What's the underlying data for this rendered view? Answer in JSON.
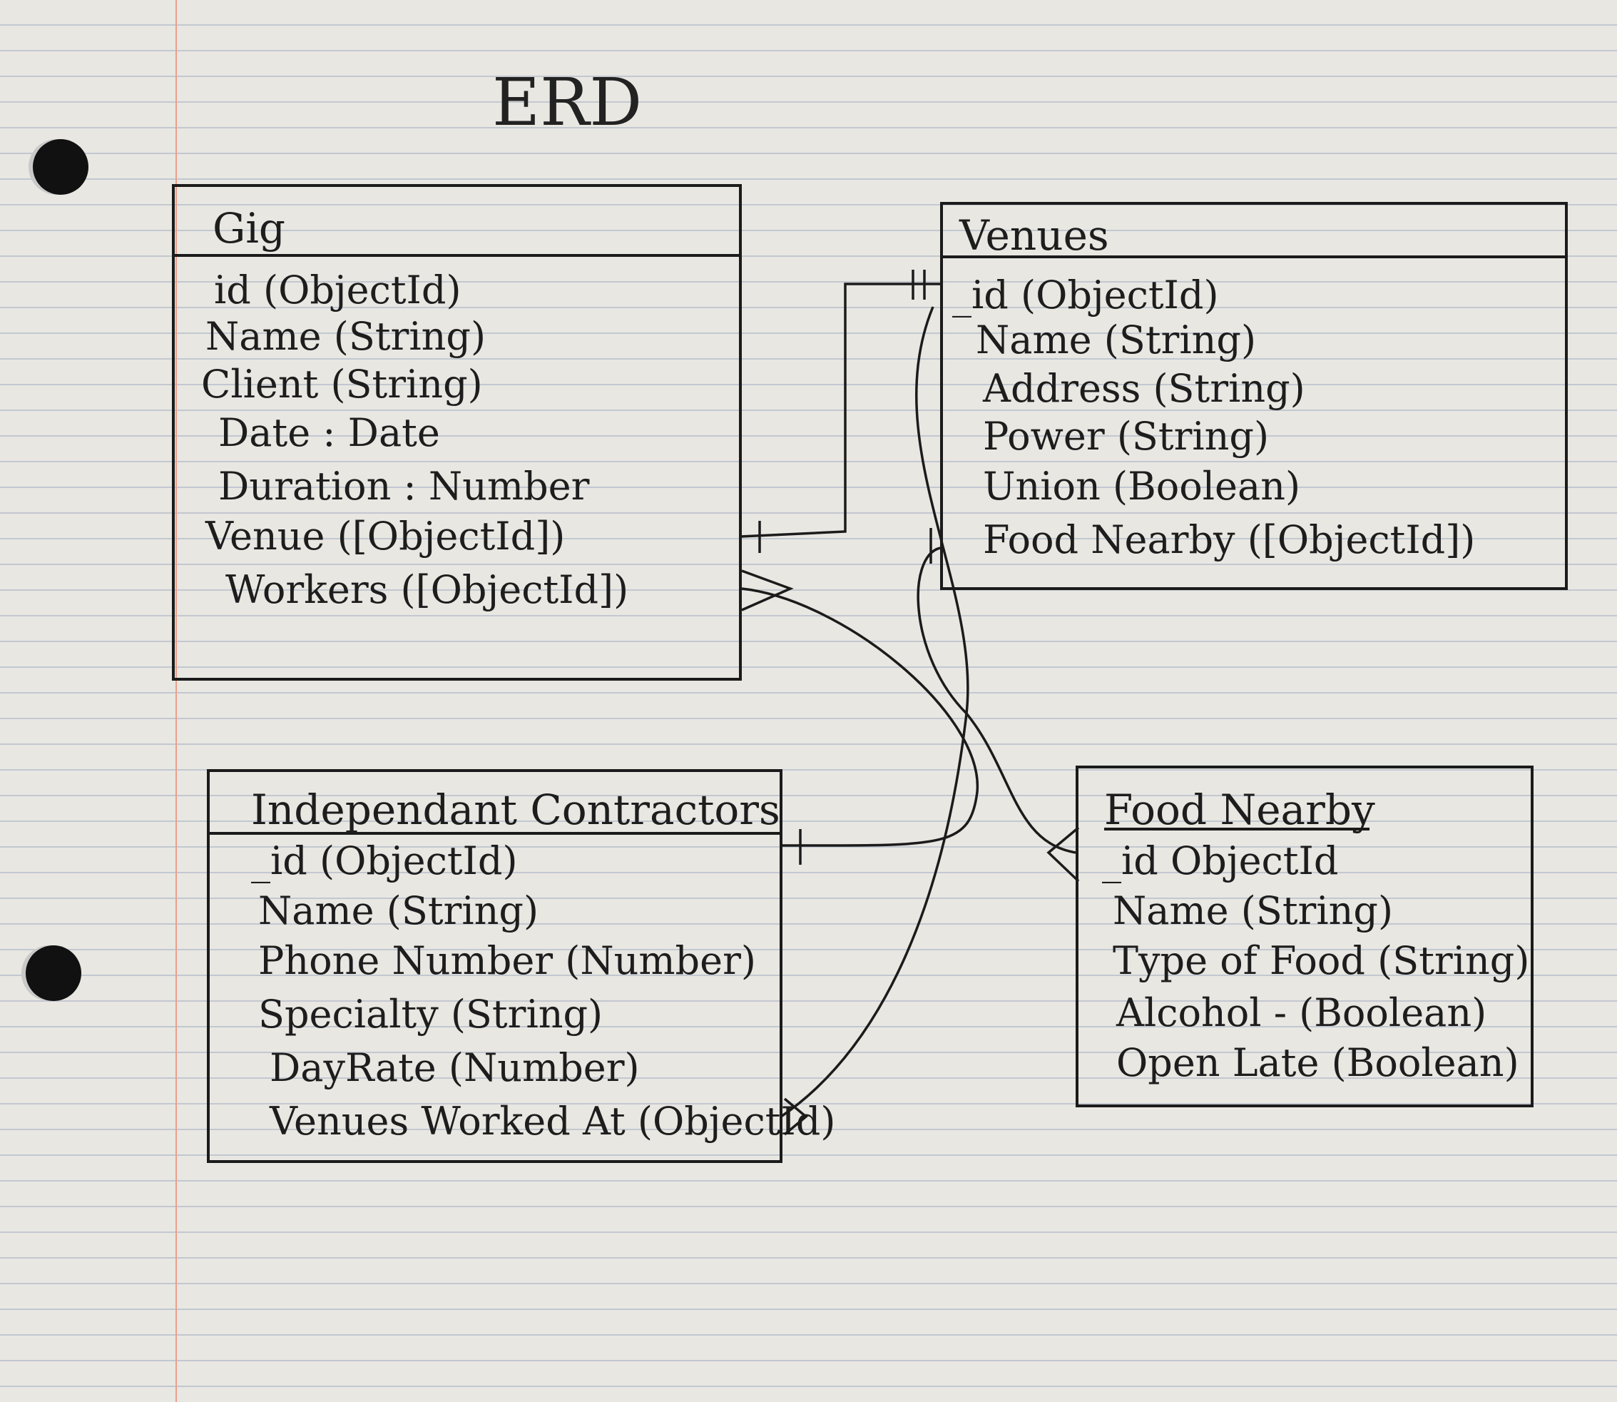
{
  "title": "ERD",
  "entities": {
    "gig": {
      "name": "Gig",
      "fields": [
        "id (ObjectId)",
        "Name (String)",
        "Client (String)",
        "Date : Date",
        "Duration : Number",
        "Venue ([ObjectId])",
        "Workers ([ObjectId])"
      ]
    },
    "venues": {
      "name": "Venues",
      "fields": [
        "_id (ObjectId)",
        "Name (String)",
        "Address (String)",
        "Power (String)",
        "Union (Boolean)",
        "Food Nearby ([ObjectId])"
      ]
    },
    "contractors": {
      "name": "Independant Contractors",
      "fields": [
        "_id (ObjectId)",
        "Name (String)",
        "Phone Number (Number)",
        "Specialty (String)",
        "DayRate (Number)",
        "Venues Worked At (ObjectId)"
      ]
    },
    "food": {
      "name": "Food Nearby",
      "fields": [
        "_id ObjectId",
        "Name (String)",
        "Type of Food (String)",
        "Alcohol - (Boolean)",
        "Open Late (Boolean)"
      ]
    }
  },
  "relationships": [
    {
      "from": "Gig.Venue",
      "to": "Venues._id",
      "notation": "one-to-one"
    },
    {
      "from": "Gig.Workers",
      "to": "Independant Contractors._id",
      "notation": "many-to-one"
    },
    {
      "from": "Venues.Food Nearby",
      "to": "Food Nearby._id",
      "notation": "one-to-many"
    },
    {
      "from": "Independant Contractors.Venues Worked At",
      "to": "Venues._id",
      "notation": "many-to-one"
    }
  ]
}
